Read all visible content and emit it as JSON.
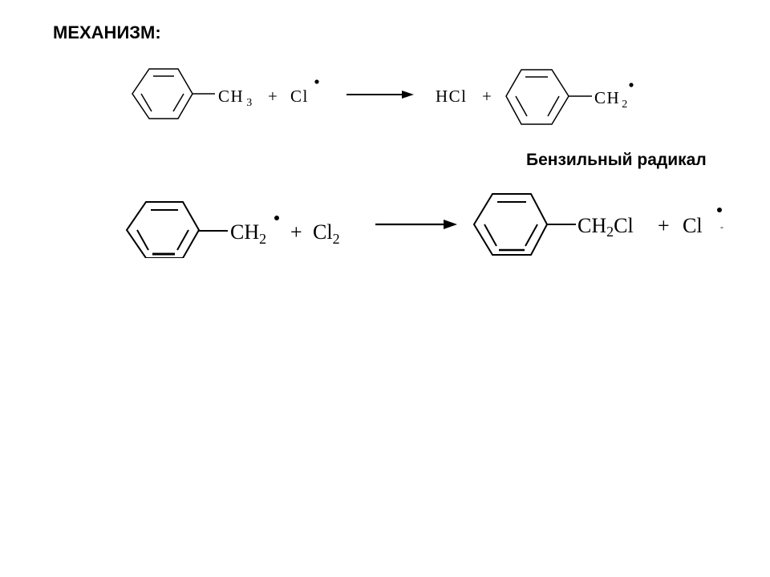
{
  "heading": "МЕХАНИЗМ:",
  "caption": "Бензильный радикал",
  "reaction1": {
    "r_group": "CH",
    "r_sub": "3",
    "plus1": "+",
    "reagent": "Cl",
    "product1": "HCl",
    "plus2": "+",
    "p_group": "CH",
    "p_sub": "2"
  },
  "reaction2": {
    "r_group": "CH",
    "r_sub": "2",
    "plus1": "+",
    "reagent": "Cl",
    "reagent_sub": "2",
    "p_group_a": "CH",
    "p_sub": "2",
    "p_group_b": "Cl",
    "plus2": "+",
    "product2": "Cl",
    "dash": "-"
  }
}
